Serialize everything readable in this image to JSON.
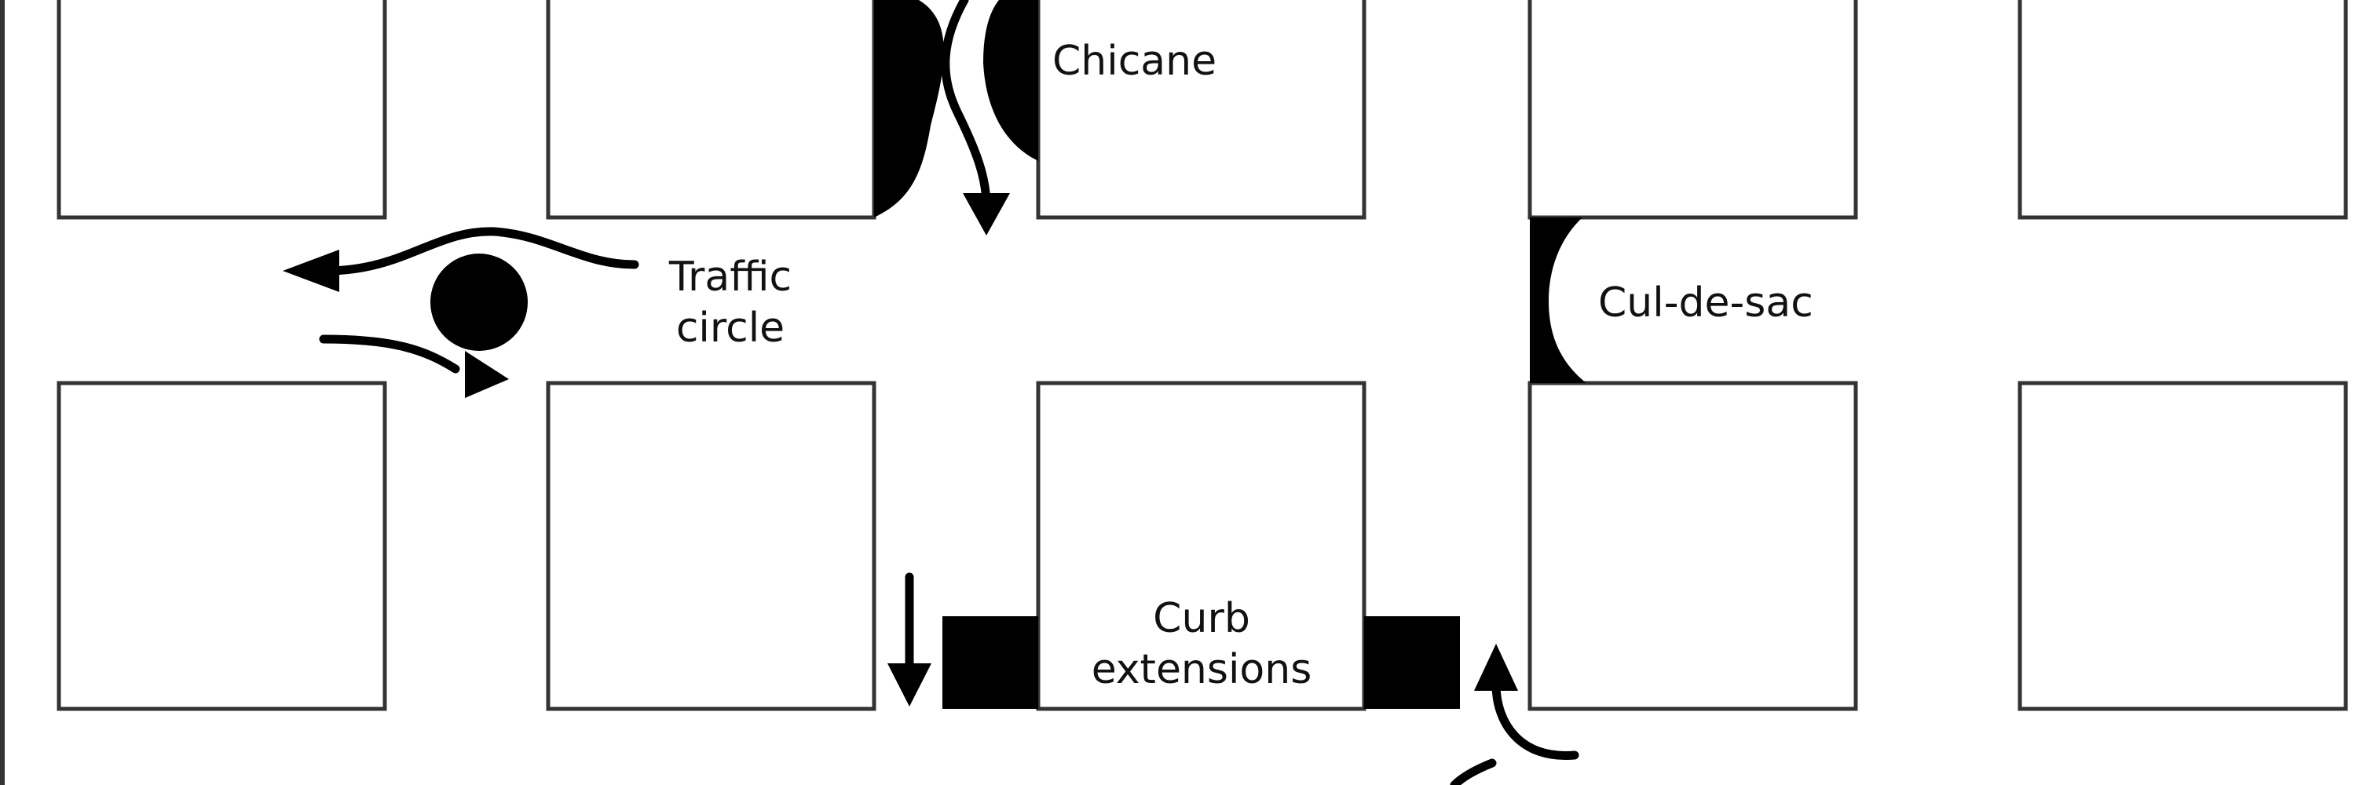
{
  "labels": {
    "chicane": "Chicane",
    "traffic_circle_line1": "Traffic",
    "traffic_circle_line2": "circle",
    "cul_de_sac": "Cul-de-sac",
    "curb_extensions_line1": "Curb",
    "curb_extensions_line2": "extensions"
  },
  "colors": {
    "ink": "#000000",
    "block_outline": "#333333",
    "background": "#ffffff"
  }
}
